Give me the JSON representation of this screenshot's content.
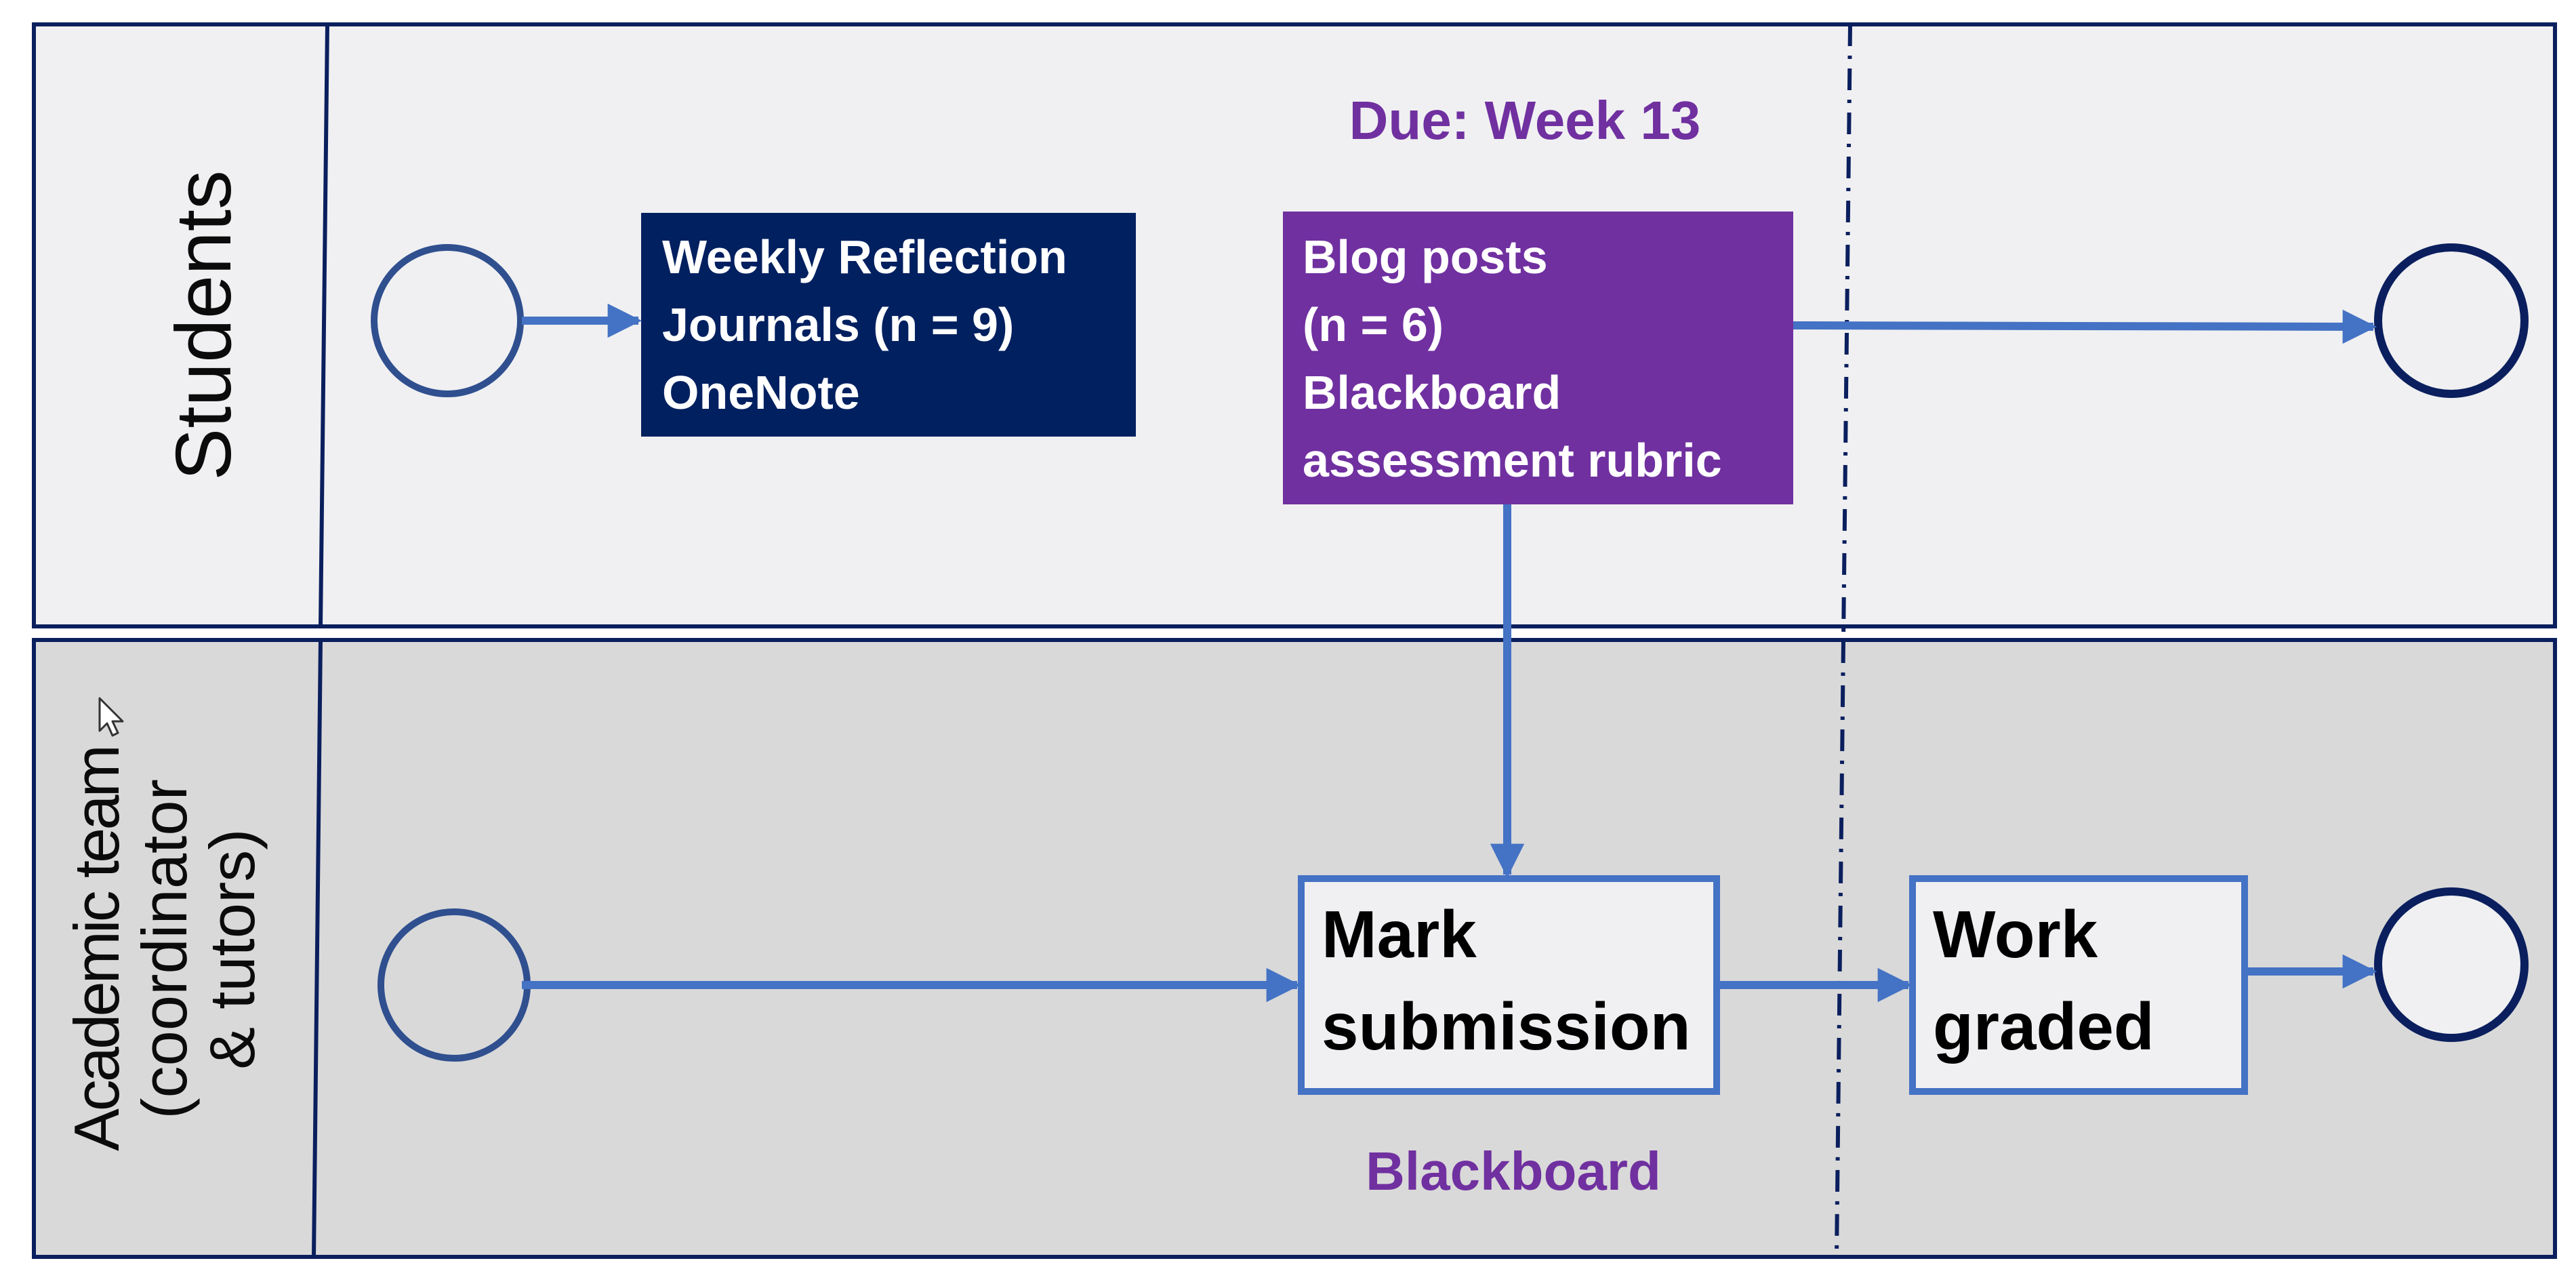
{
  "lanes": {
    "students": {
      "label": "Students"
    },
    "academic": {
      "label_lines": [
        "Academic team",
        "(coordinator",
        "& tutors)"
      ]
    }
  },
  "annotations": {
    "due": "Due: Week 13",
    "platform": "Blackboard"
  },
  "tasks": {
    "weekly_journals": {
      "lines": [
        "Weekly Reflection",
        "Journals (n = 9)",
        "OneNote"
      ]
    },
    "blog_posts": {
      "lines": [
        "Blog posts",
        "(n = 6)",
        "Blackboard",
        "assessment rubric"
      ]
    },
    "mark_submission": {
      "lines": [
        "Mark",
        "submission"
      ]
    },
    "work_graded": {
      "lines": [
        "Work",
        "graded"
      ]
    }
  },
  "colors": {
    "navy": "#0b1f5e",
    "lane_fill_top": "#f0f0f2",
    "lane_fill_bottom": "#d9d9d9",
    "flow_blue": "#4472c4",
    "circle_stroke": "#2f4f8f",
    "journal_fill": "#002060",
    "blog_fill": "#7030a0",
    "purple_text": "#7030a0"
  },
  "icons": {
    "cursor": "mouse-pointer-icon"
  }
}
